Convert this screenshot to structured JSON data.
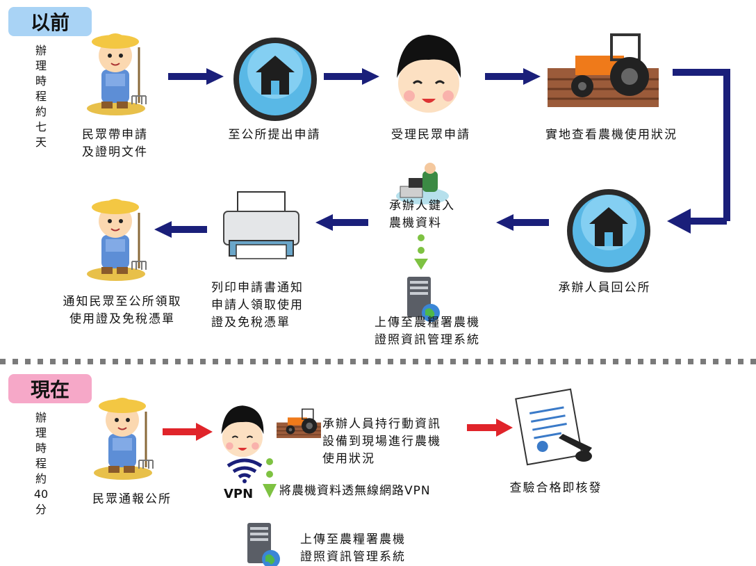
{
  "before": {
    "badge": "以前",
    "duration": "辦\n理\n時\n程\n約\n七\n天",
    "steps": {
      "citizen_apply": "民眾帶申請\n及證明文件",
      "submit_office": "至公所提出申請",
      "accept": "受理民眾申請",
      "inspect": "實地查看農機使用狀況",
      "return_office": "承辦人員回公所",
      "key_in": "承辦人鍵入\n農機資料",
      "upload": "上傳至農糧署農機\n證照資訊管理系統",
      "print": "列印申請書通知\n申請人領取使用\n證及免稅憑單",
      "notify": "通知民眾至公所領取\n使用證及免稅憑單"
    }
  },
  "now": {
    "badge": "現在",
    "duration": "辦\n理\n時\n程\n約\n40\n分",
    "steps": {
      "report": "民眾通報公所",
      "mobile_inspect": "承辦人員持行動資訊\n設備到現場進行農機\n使用狀況",
      "vpn_label": "VPN",
      "vpn_transfer": "將農機資料透無線網路VPN",
      "issue": "查驗合格即核發",
      "upload": "上傳至農糧署農機\n證照資訊管理系統"
    }
  },
  "colors": {
    "before_badge": "#a9d3f5",
    "now_badge": "#f6a8c8",
    "arrow_navy": "#1a1f7a",
    "arrow_red": "#e0242a",
    "dot_green": "#7ec242"
  }
}
